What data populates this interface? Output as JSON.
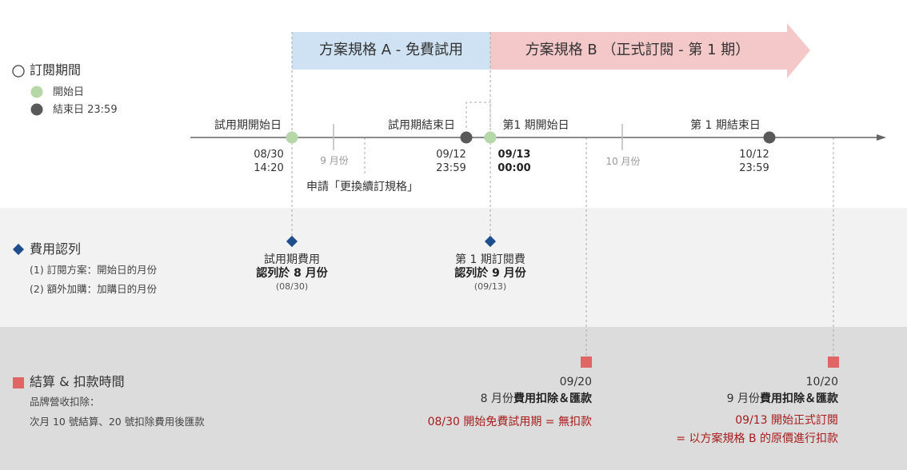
{
  "headers": {
    "plan_a": "方案規格 A - 免費試用",
    "plan_b": "方案規格 B （正式訂閱 - 第 1 期）"
  },
  "subscription_legend": {
    "title": "訂閱期間",
    "start_label": "開始日",
    "end_label": "結束日 23:59"
  },
  "timeline": {
    "trial_start_label": "試用期開始日",
    "trial_end_label": "試用期結束日",
    "period1_start_label": "第1 期開始日",
    "period1_end_label": "第 1 期結束日",
    "trial_start_date": "08/30",
    "trial_start_time": "14:20",
    "trial_end_date": "09/12",
    "trial_end_time": "23:59",
    "period1_start_date": "09/13",
    "period1_start_time": "00:00",
    "period1_end_date": "10/12",
    "period1_end_time": "23:59",
    "month_sep": "9 月份",
    "month_oct": "10 月份",
    "apply_change": "申請「更換續訂規格」"
  },
  "revenue": {
    "title": "費用認列",
    "rule1": "(1) 訂閱方案：開始日的月份",
    "rule2": "(2) 額外加購：加購日的月份",
    "trial_fee": "試用期費用",
    "trial_recognized": "認列於 8 月份",
    "trial_recognized_date": "(08/30)",
    "period1_fee": "第 1 期訂閱費",
    "period1_recognized": "認列於 9 月份",
    "period1_recognized_date": "(09/13)"
  },
  "settlement": {
    "title": "結算 & 扣款時間",
    "note1": "品牌營收扣除：",
    "note2": "次月 10 號結算、20 號扣除費用後匯款",
    "sep_date": "09/20",
    "sep_month": "8 月份",
    "sep_action": "費用扣除＆匯款",
    "sep_note": "08/30 開始免費試用期 = 無扣款",
    "oct_date": "10/20",
    "oct_month": "9 月份",
    "oct_action": "費用扣除＆匯款",
    "oct_note1": "09/13 開始正式訂閱",
    "oct_note2": "= 以方案規格 B 的原價進行扣款"
  },
  "colors": {
    "plan_a_bg": "#cfe2f3",
    "plan_b_bg": "#f4c7c8",
    "start_dot": "#b6d7a8",
    "end_dot": "#595959",
    "diamond": "#1f4e8c",
    "square": "#e06666",
    "note_red": "#a61c1c",
    "band_light": "#f2f2f2",
    "band_dark": "#dcdcdc"
  }
}
